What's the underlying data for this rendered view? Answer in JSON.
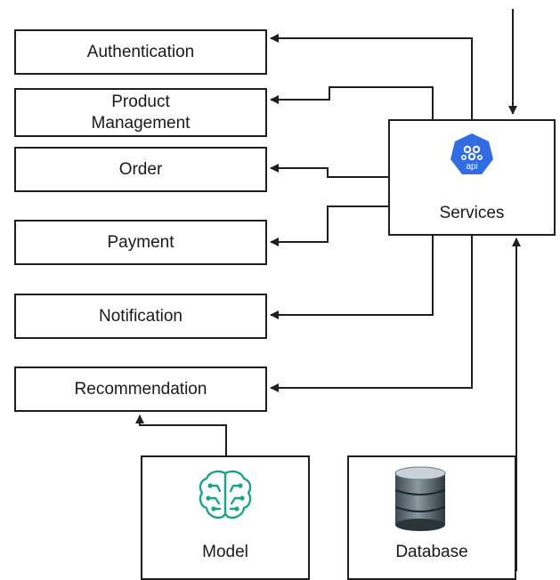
{
  "modules": [
    {
      "id": "authentication",
      "label": "Authentication"
    },
    {
      "id": "product-management",
      "label_line1": "Product",
      "label_line2": "Management"
    },
    {
      "id": "order",
      "label": "Order"
    },
    {
      "id": "payment",
      "label": "Payment"
    },
    {
      "id": "notification",
      "label": "Notification"
    },
    {
      "id": "recommendation",
      "label": "Recommendation"
    }
  ],
  "services": {
    "label": "Services",
    "badge": "api",
    "badge_color": "#326ce5"
  },
  "model": {
    "label": "Model",
    "icon": "neural-brain-icon",
    "icon_color": "#1aa38a"
  },
  "database": {
    "label": "Database",
    "icon": "database-cylinder-icon"
  },
  "colors": {
    "line": "#1f1f1f",
    "box_border": "#1f1f1f",
    "background": "#ffffff"
  }
}
